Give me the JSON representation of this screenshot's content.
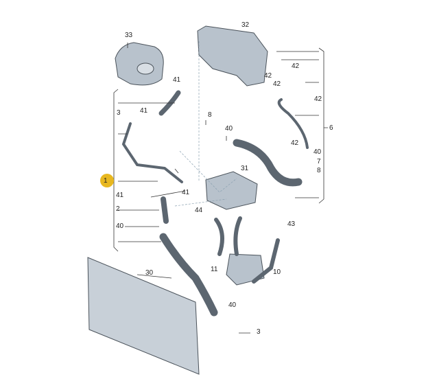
{
  "diagram": {
    "title": "Cooling system parts diagram",
    "selected_callout": "1",
    "labels": {
      "l33": "33",
      "l41a": "41",
      "l3a": "3",
      "l41b": "41",
      "l1": "1",
      "l41c": "41",
      "l41d": "41",
      "l2": "2",
      "l40a": "40",
      "l30": "30",
      "l32": "32",
      "l42a": "42",
      "l42b": "42",
      "l42c": "42",
      "l42d": "42",
      "l42e": "42",
      "l6": "6",
      "l8a": "8",
      "l40b": "40",
      "l40c": "40",
      "l7": "7",
      "l8b": "8",
      "l31": "31",
      "l44": "44",
      "l43": "43",
      "l11": "11",
      "l10": "10",
      "l40d": "40",
      "l3b": "3"
    },
    "colors": {
      "part": "#b8c2cc",
      "part_dark": "#5c6670",
      "callout": "#e8b820",
      "line": "#333333",
      "dash": "#8aa0b0"
    }
  }
}
